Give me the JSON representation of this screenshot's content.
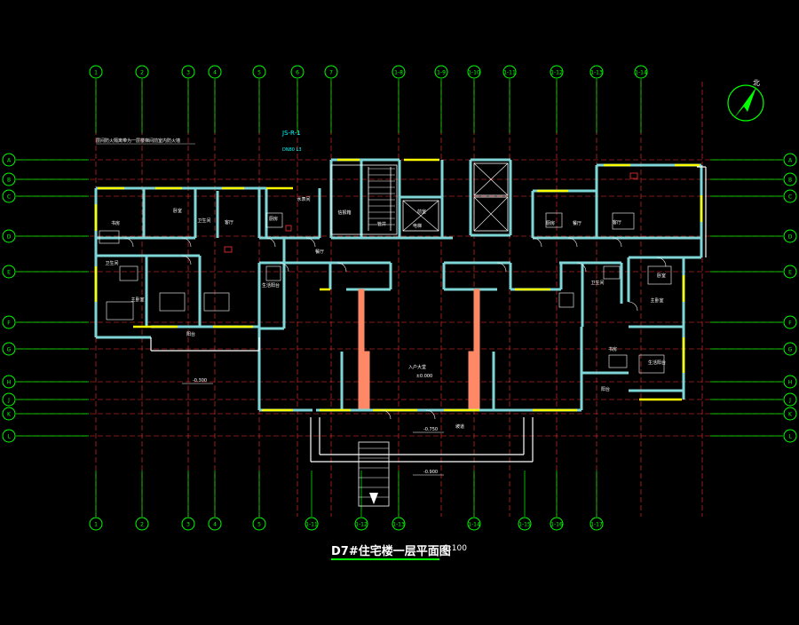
{
  "drawing": {
    "title": "D7#住宅楼一层平面图",
    "scale": "1:100",
    "north_label": "北"
  },
  "grid": {
    "top_axes": [
      "1",
      "2",
      "3",
      "4",
      "5",
      "6",
      "7",
      "1-8",
      "1-9",
      "1-10",
      "1-11",
      "1-12",
      "1-13",
      "1-14"
    ],
    "bottom_axes": [
      "1",
      "2",
      "3",
      "4",
      "5",
      "1-11",
      "1-12",
      "1-13",
      "1-14",
      "1-15",
      "1-16",
      "1-17"
    ],
    "left_axes": [
      "A",
      "B",
      "C",
      "D",
      "E",
      "F",
      "G",
      "H",
      "J",
      "K",
      "L"
    ],
    "right_axes": [
      "A",
      "B",
      "C",
      "D",
      "E",
      "F",
      "G",
      "H",
      "J",
      "K",
      "L"
    ]
  },
  "annotations": {
    "note": "层间防火隔离带为一层楼梯间前室内防火墙",
    "stair_code": "JS-R-1",
    "stair_specs": [
      "DN80 L3"
    ]
  },
  "rooms": {
    "left": [
      "书房",
      "卧室",
      "卫生间",
      "客厅",
      "厨房",
      "餐厅",
      "阳台",
      "主卧室",
      "卫生间",
      "生活阳台"
    ],
    "center": [
      "入户大堂",
      "电梯",
      "管井",
      "前室",
      "信报箱",
      "水表间"
    ],
    "right": [
      "厨房",
      "餐厅",
      "客厅",
      "卧室",
      "卫生间",
      "主卧室",
      "阳台",
      "书房",
      "生活阳台"
    ]
  },
  "levels": {
    "lobby": "±0.000",
    "outdoor_left": "-0.300",
    "ramp": "-0.750",
    "bottom": "-0.900",
    "ramp_text": "坡道"
  },
  "colors": {
    "grid_line": "#ff3030",
    "axis_bubble": "#00ff00",
    "wall": "#7fd6d6",
    "window": "#ffff00",
    "furniture": "#ffffff",
    "stair": "#ffffff",
    "column": "#ff8866",
    "text": "#ffffff"
  }
}
